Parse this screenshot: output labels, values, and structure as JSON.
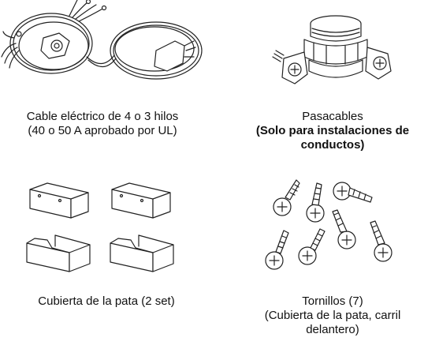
{
  "items": [
    {
      "icon": "power-cable-icon",
      "caption_lines": [
        "Cable eléctrico de 4 o 3 hilos",
        "(40 o 50 A aprobado por UL)"
      ],
      "bold_lines": []
    },
    {
      "icon": "strain-relief-icon",
      "caption_lines": [
        "Pasacables"
      ],
      "bold_lines": [
        "(Solo para instalaciones de",
        "conductos)"
      ]
    },
    {
      "icon": "leg-cover-icon",
      "caption_lines": [
        "Cubierta de la pata (2 set)"
      ],
      "bold_lines": []
    },
    {
      "icon": "screws-icon",
      "caption_lines": [
        "Tornillos (7)",
        "(Cubierta de la pata, carril",
        "delantero)"
      ],
      "bold_lines": []
    }
  ]
}
